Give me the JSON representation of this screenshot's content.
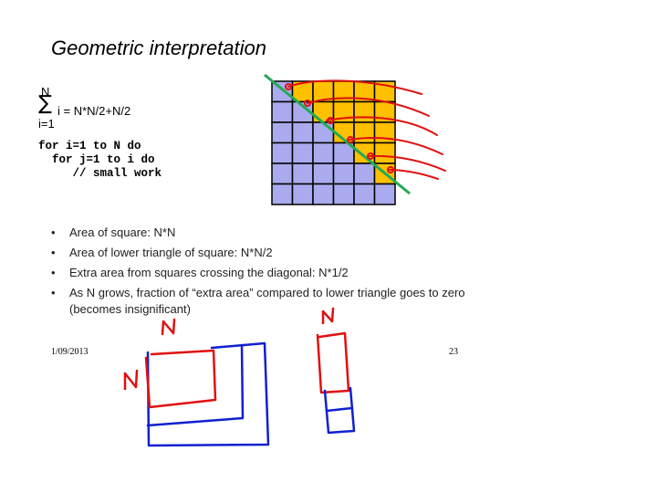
{
  "title": "Geometric interpretation",
  "formula": {
    "upper": "N",
    "symbol": "∑",
    "lower": "i=1",
    "expr": "i  = N*N/2+N/2"
  },
  "code": {
    "line1": "for i=1 to N do",
    "line2": "  for j=1 to i do",
    "line3": "     // small work"
  },
  "bullets": [
    "Area of square: N*N",
    "Area of lower triangle of square: N*N/2",
    "Extra area from squares crossing the diagonal: N*1/2",
    "As N grows, fraction of “extra area” compared to lower triangle goes to zero (becomes insignificant)"
  ],
  "footer": {
    "date": "1/09/2013",
    "page": "23"
  },
  "grid": {
    "n": 6,
    "lower_color": "#aaaaee",
    "upper_color": "#ffc000",
    "line_color": "#000000",
    "diagonal_color": "#22aa55"
  },
  "annotations": {
    "label_n": "N",
    "red": "#e01010",
    "blue": "#1020d0"
  }
}
